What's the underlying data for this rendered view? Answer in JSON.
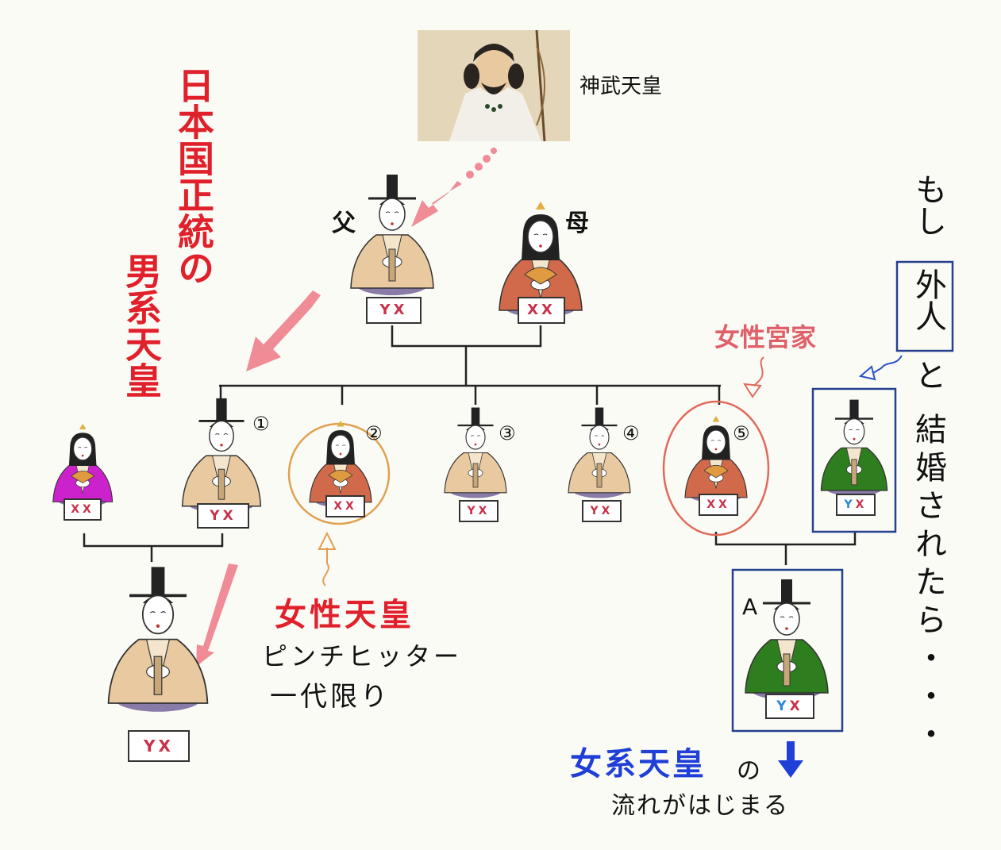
{
  "portrait": {
    "caption": "神武天皇"
  },
  "parents": {
    "father": "父",
    "mother": "母"
  },
  "title_vertical": "日本国正統の",
  "subtitle_vertical": "男系天皇",
  "tags": {
    "yx": [
      "Y",
      "X"
    ],
    "xx": [
      "X",
      "X"
    ]
  },
  "children": [
    "①",
    "②",
    "③",
    "④",
    "⑤"
  ],
  "female_branch_label": "女性宮家",
  "foreigner_note": {
    "line1": "もし",
    "box": "外人",
    "line2": "と",
    "line3": "結婚されたら・・・"
  },
  "female_emperor": {
    "title": "女性天皇",
    "line1": "ピンチヒッター",
    "line2": "一代限り"
  },
  "child_a_label": "A",
  "matrilineal": {
    "title": "女系天皇",
    "particle": "の",
    "line2": "流れがはじまる"
  },
  "colors": {
    "red_text": "#e0202a",
    "blue_text": "#1f3fd6",
    "pink_arrow": "#f08c96",
    "orange_circle": "#e0a050",
    "red_circle": "#e06a5a",
    "blue_box": "#25408f",
    "robe_tan": "#e8c9a0",
    "robe_red": "#d06a4a",
    "robe_magenta": "#cc22cc",
    "robe_green": "#2e7d1e"
  }
}
